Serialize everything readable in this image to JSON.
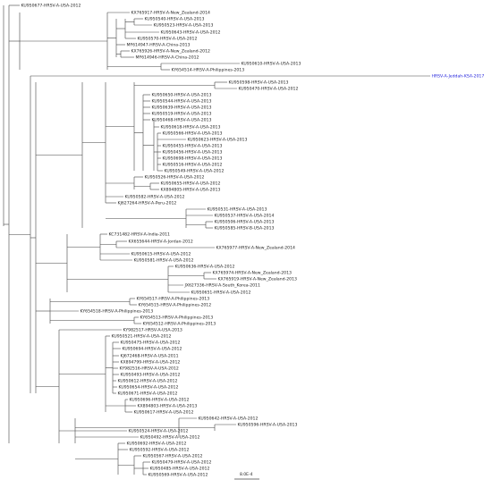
{
  "figure": {
    "type": "phylogenetic-tree",
    "colors": {
      "line": "#444444",
      "label": "#222222",
      "highlight": "#1a1adb",
      "bootstrap": "#555555"
    },
    "scale_bar_label": "8.0E-4",
    "highlighted_taxon": "HRSV-A-Jeddah-KSA-2017"
  },
  "taxa": [
    "KU950677-HRSV-A-USA-2012",
    "KX765917-HRSV-A-New_Zealand-2014",
    "KU950540-HRSV-A-USA-2013",
    "KU950523-HRSV-A-USA-2013",
    "KU950643-HRSV-A-USA-2012",
    "KU950570-HRSV-A-USA-2012",
    "MF614947-HRSV-A-China-2013",
    "KX765926-HRSV-A-New_Zealand-2012",
    "MF614946-HRSV-A-China-2012",
    "KU950610-HRSV-A-USA-2013",
    "KY654514-HRSV-A-Philippines-2013",
    "HRSV-A-Jeddah-KSA-2017",
    "KU950598-HRSV-A-USA-2013",
    "KU950470-HRSV-A-USA-2012",
    "KU950650-HRSV-A-USA-2013",
    "KU950544-HRSV-A-USA-2013",
    "KU950639-HRSV-A-USA-2013",
    "KU950519-HRSV-A-USA-2013",
    "KU950468-HRSV-A-USA-2013",
    "KU950618-HRSV-A-USA-2013",
    "KU950566-HRSV-A-USA-2013",
    "KU950623-HRSV-A-USA-2013",
    "KU950455-HRSV-A-USA-2013",
    "KU950456-HRSV-A-USA-2013",
    "KU950698-HRSV-A-USA-2013",
    "KU950516-HRSV-A-USA-2012",
    "KU950549-HRSV-A-USA-2012",
    "KU950526-HRSV-A-USA-2012",
    "KU950655-HRSV-A-USA-2012",
    "KX894805-HRSV-A-USA-2013",
    "KU950582-HRSV-A-USA-2012",
    "KJ627264-HRSV-A-Peru-2012",
    "KU950531-HRSV-A-USA-2013",
    "KU950537-HRSV-A-USA-2014",
    "KU950506-HRSV-A-USA-2013",
    "KU950585-HRSV-B-USA-2013",
    "KC731482-HRSV-A-India-2011",
    "KX655644-HRSV-A-Jordan-2012",
    "KX765977-HRSV-A-New_Zealand-2014",
    "KU950615-HRSV-A-USA-2012",
    "KU950581-HRSV-A-USA-2012",
    "KU950636-HRSV-A-USA-2012",
    "KX765974-HRSV-A-New_Zealand-2013",
    "KX765919-HRSV-A-New_Zealand-2013",
    "JX627336-HRSV-A-South_Korea-2011",
    "KU950651-HRSV-A-USA-2012",
    "KY654517-HRSV-A-Philippines-2013",
    "KY654515-HRSV-A-Philippines-2012",
    "KY654518-HRSV-A-Philippines-2013",
    "KY654513-HRSV-A-Philippines-2013",
    "KY654512-HRSV-A-Philippines-2013",
    "KY982517-HRSV-A-USA-2013",
    "KU950521-HRSV-A-USA-2012",
    "KU950475-HRSV-A-USA-2012",
    "KU950694-HRSV-A-USA-2012",
    "KJ672468-HRSV-A-USA-2011",
    "KX894799-HRSV-A-USA-2012",
    "KY982516-HRSV-A-USA-2012",
    "KU950493-HRSV-A-USA-2012",
    "KU950612-HRSV-A-USA-2012",
    "KU950654-HRSV-A-USA-2012",
    "KU950671-HRSV-A-USA-2012",
    "KU950696-HRSV-A-USA-2012",
    "KX894803-HRSV-A-USA-2013",
    "KU950617-HRSV-A-USA-2012",
    "KU950642-HRSV-A-USA-2012",
    "KU950596-HRSV-A-USA-2013",
    "KU950524-HRSV-A-USA-2012",
    "KU950492-HRSV-A-USA-2012",
    "KU950692-HRSV-A-USA-2012",
    "KU950592-HRSV-A-USA-2012",
    "KU950567-HRSV-A-USA-2012",
    "KU950479-HRSV-A-USA-2012",
    "KU950485-HRSV-A-USA-2012",
    "KU950569-HRSV-A-USA-2012"
  ]
}
